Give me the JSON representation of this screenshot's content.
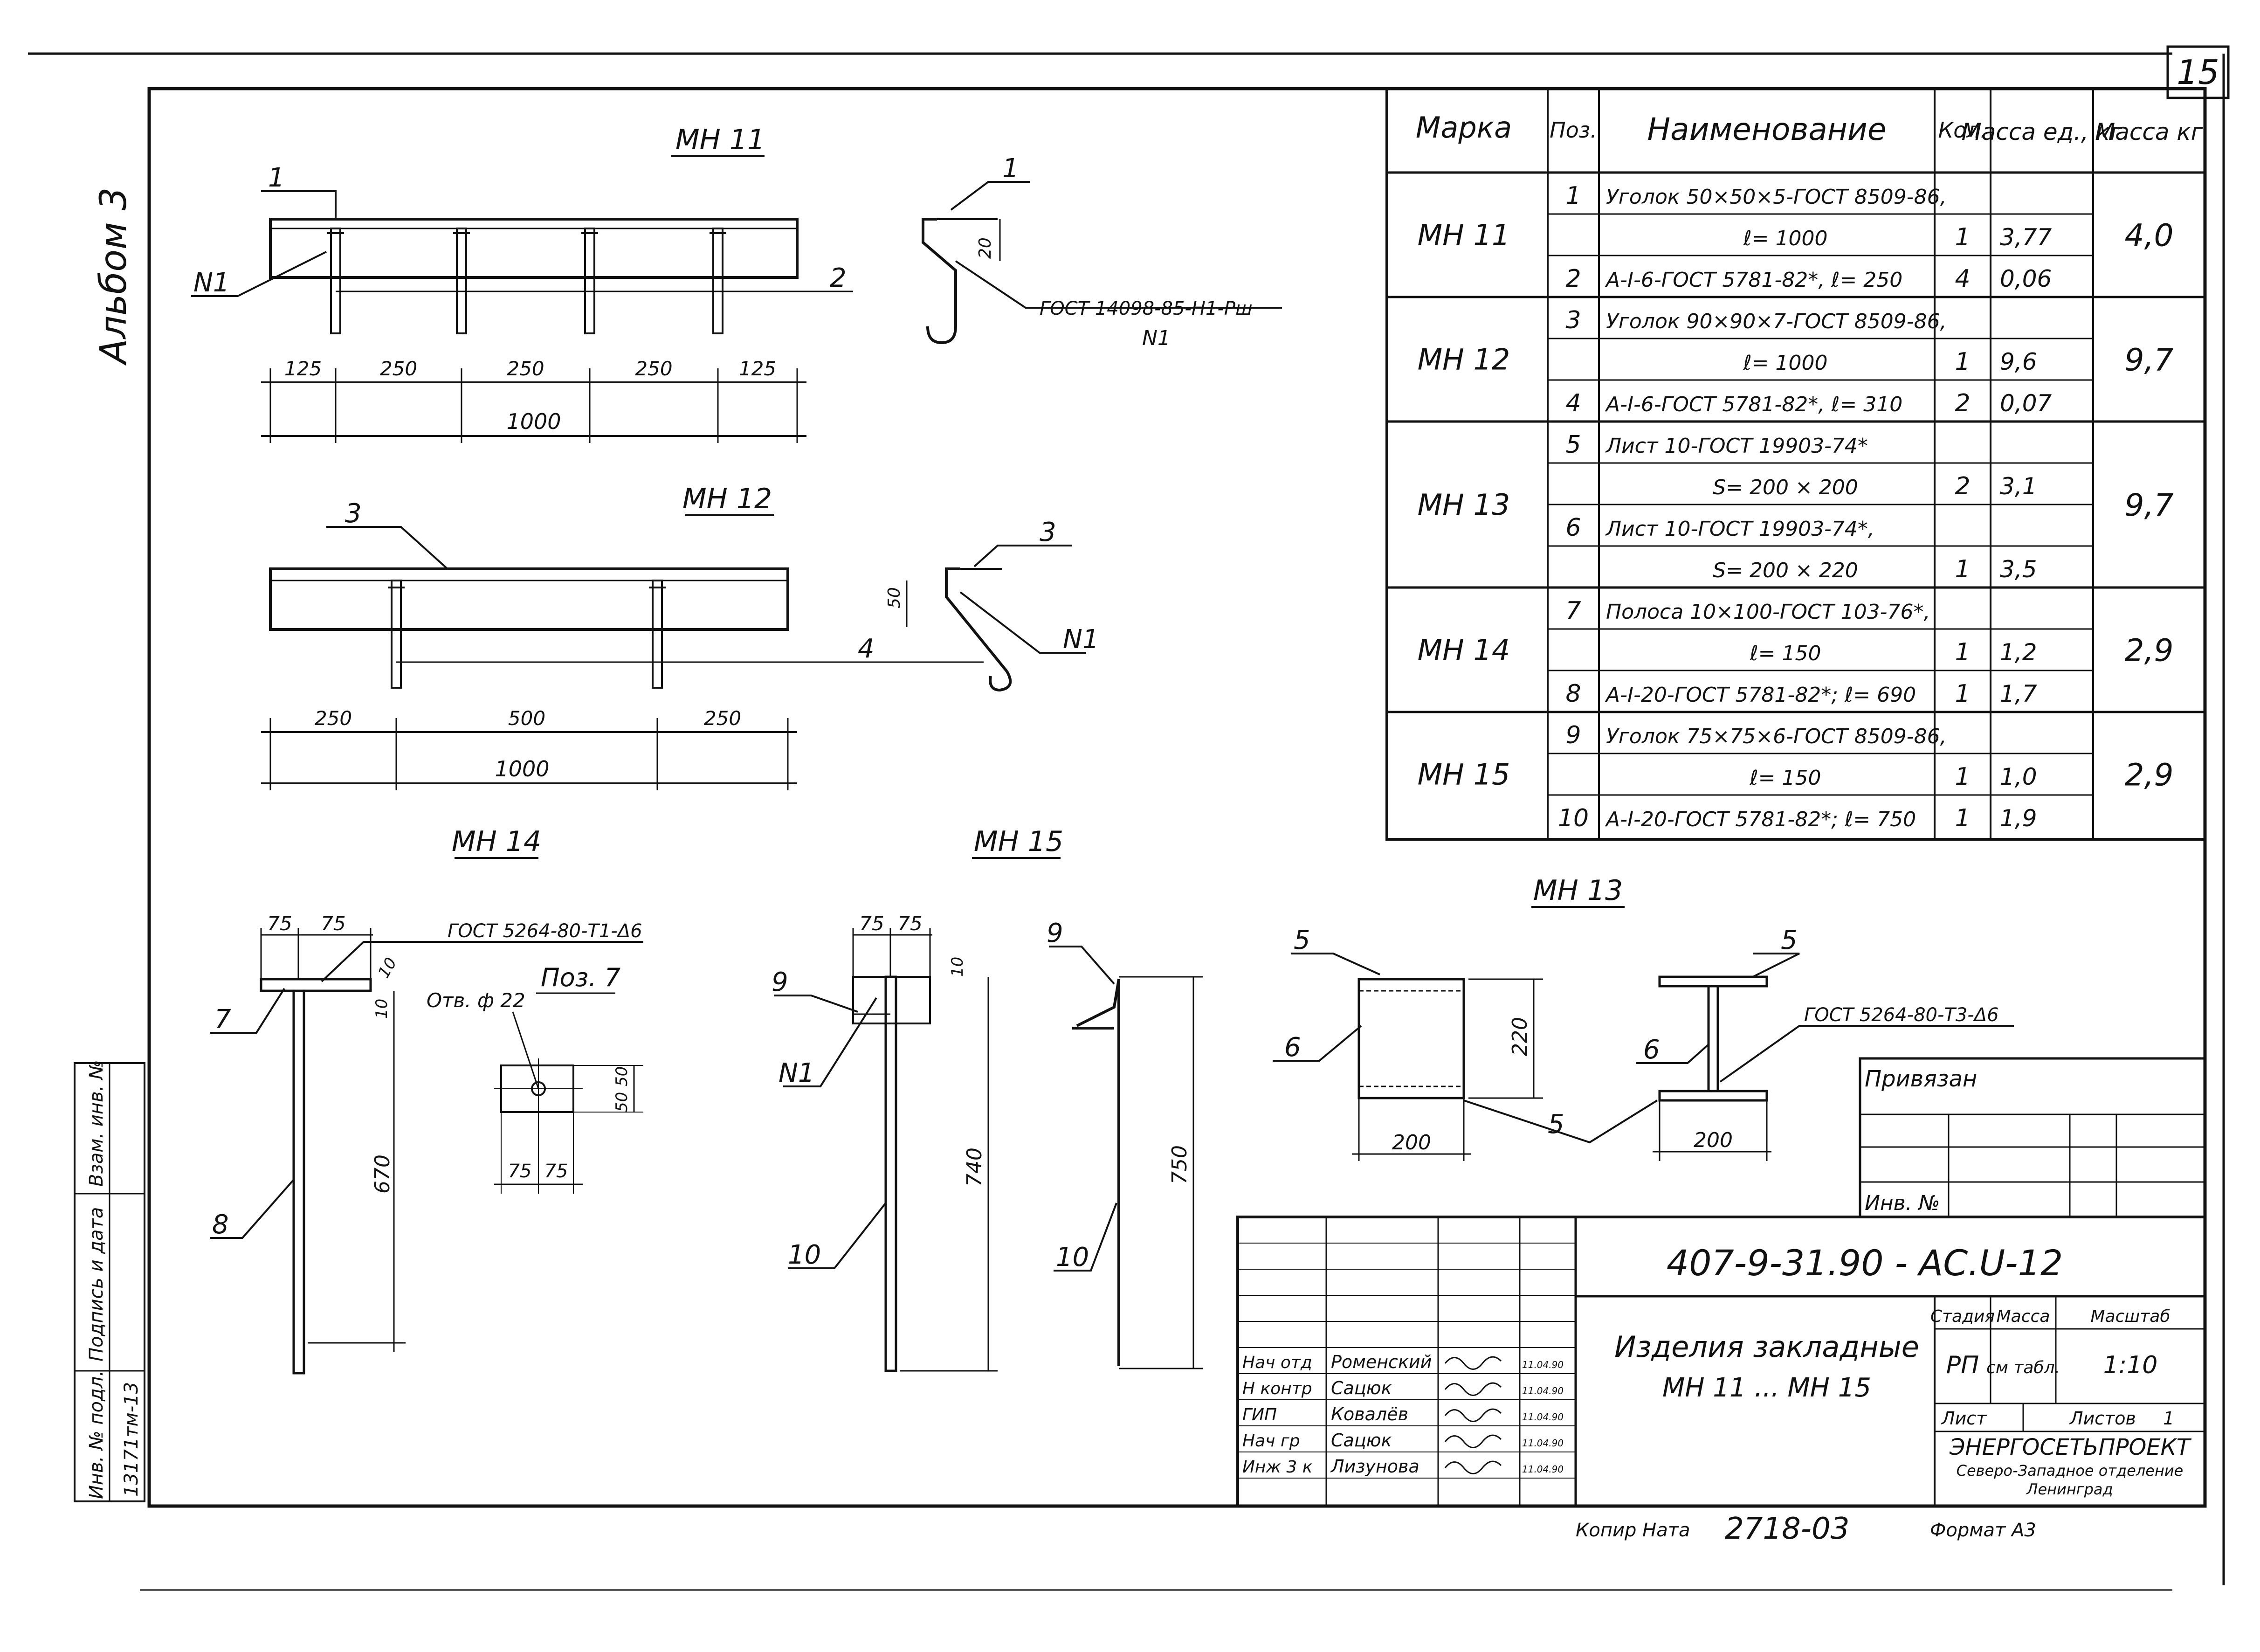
{
  "sheet": {
    "page_number": "15",
    "album": "Альбом 3",
    "document_code": "407-9-31.90 - АС.U-12",
    "title_line1": "Изделия закладные",
    "title_line2": "МН 11 ... МН 15",
    "stage_label": "Стадия",
    "stage": "РП",
    "mass_label": "Масса",
    "mass_value": "см табл.",
    "scale_label": "Масштаб",
    "scale": "1:10",
    "sheet_label": "Лист",
    "sheets_label": "Листов",
    "sheets_count": "1",
    "org_line1": "ЭНЕРГОСЕТЬПРОЕКТ",
    "org_line2": "Северо-Западное отделение",
    "org_line3": "Ленинград",
    "bound_label": "Привязан",
    "inv_label": "Инв. №",
    "copied_label": "Копир Ната",
    "copied_number": "2718-03",
    "format_label": "Формат А3",
    "side_stamp": [
      "Инв. № подл.",
      "Подпись и дата",
      "Взам. инв. №"
    ],
    "side_stamp_value": "13171тм-13"
  },
  "signatures": [
    {
      "role": "Нач отд",
      "name": "Роменский",
      "date": "11.04.90"
    },
    {
      "role": "Н контр",
      "name": "Сацюк",
      "date": "11.04.90"
    },
    {
      "role": "ГИП",
      "name": "Ковалёв",
      "date": "11.04.90"
    },
    {
      "role": "Нач гр",
      "name": "Сацюк",
      "date": "11.04.90"
    },
    {
      "role": "Инж 3 к",
      "name": "Лизунова",
      "date": "11.04.90"
    }
  ],
  "table": {
    "headers": [
      "Марка",
      "Поз.",
      "Наименование",
      "Кол.",
      "Масса ед., кг",
      "Масса кг"
    ],
    "rows": [
      {
        "pos": "1",
        "name": "Уголок 50×50×5-ГОСТ 8509-86,",
        "qty": "",
        "unit": ""
      },
      {
        "pos": "",
        "name": "ℓ= 1000",
        "qty": "1",
        "unit": "3,77"
      },
      {
        "pos": "2",
        "name": "А-I-6-ГОСТ 5781-82*, ℓ= 250",
        "qty": "4",
        "unit": "0,06"
      },
      {
        "pos": "3",
        "name": "Уголок 90×90×7-ГОСТ 8509-86,",
        "qty": "",
        "unit": ""
      },
      {
        "pos": "",
        "name": "ℓ= 1000",
        "qty": "1",
        "unit": "9,6"
      },
      {
        "pos": "4",
        "name": "А-I-6-ГОСТ 5781-82*, ℓ= 310",
        "qty": "2",
        "unit": "0,07"
      },
      {
        "pos": "5",
        "name": "Лист 10-ГОСТ 19903-74*",
        "qty": "",
        "unit": ""
      },
      {
        "pos": "",
        "name": "S= 200 × 200",
        "qty": "2",
        "unit": "3,1"
      },
      {
        "pos": "6",
        "name": "Лист 10-ГОСТ 19903-74*,",
        "qty": "",
        "unit": ""
      },
      {
        "pos": "",
        "name": "S= 200 × 220",
        "qty": "1",
        "unit": "3,5"
      },
      {
        "pos": "7",
        "name": "Полоса 10×100-ГОСТ 103-76*,",
        "qty": "",
        "unit": ""
      },
      {
        "pos": "",
        "name": "ℓ= 150",
        "qty": "1",
        "unit": "1,2"
      },
      {
        "pos": "8",
        "name": "А-I-20-ГОСТ 5781-82*; ℓ= 690",
        "qty": "1",
        "unit": "1,7"
      },
      {
        "pos": "9",
        "name": "Уголок 75×75×6-ГОСТ 8509-86,",
        "qty": "",
        "unit": ""
      },
      {
        "pos": "",
        "name": "ℓ= 150",
        "qty": "1",
        "unit": "1,0"
      },
      {
        "pos": "10",
        "name": "А-I-20-ГОСТ 5781-82*; ℓ= 750",
        "qty": "1",
        "unit": "1,9"
      }
    ],
    "groups": [
      {
        "mark": "МН 11",
        "mass": "4,0"
      },
      {
        "mark": "МН 12",
        "mass": "9,7"
      },
      {
        "mark": "МН 13",
        "mass": "9,7"
      },
      {
        "mark": "МН 14",
        "mass": "2,9"
      },
      {
        "mark": "МН 15",
        "mass": "2,9"
      }
    ]
  },
  "drawings": {
    "mn11": {
      "title": "МН 11",
      "pos1": "1",
      "pos2": "2",
      "n1": "N1",
      "dims": [
        "125",
        "250",
        "250",
        "250",
        "125"
      ],
      "total": "1000",
      "gost": "ГОСТ 14098-85-Н1-Рш",
      "gost_n": "N1",
      "detail_dim": "20"
    },
    "mn12": {
      "title": "МН 12",
      "pos3": "3",
      "pos4": "4",
      "n1": "N1",
      "dims": [
        "250",
        "500",
        "250"
      ],
      "total": "1000",
      "detail_dim": "50"
    },
    "mn14": {
      "title": "МН 14",
      "pos7": "7",
      "pos8": "8",
      "dims": [
        "75",
        "75"
      ],
      "gost": "ГОСТ 5264-80-Т1-Δ6",
      "thick": "10",
      "t_lbl": "10",
      "height": "670",
      "pos7_title": "Поз. 7",
      "hole": "Отв. ф 22",
      "hole_dims_v": [
        "50",
        "50"
      ],
      "hole_dims_h": [
        "75",
        "75"
      ]
    },
    "mn15": {
      "title": "МН 15",
      "pos9": "9",
      "pos10": "10",
      "n1": "N1",
      "dims": [
        "75",
        "75"
      ],
      "thick": "10",
      "height": "740",
      "height2": "750"
    },
    "mn13": {
      "title": "МН 13",
      "pos5": "5",
      "pos6": "6",
      "h": "220",
      "w": "200",
      "w2": "200",
      "gost": "ГОСТ 5264-80-Т3-Δ6"
    }
  }
}
